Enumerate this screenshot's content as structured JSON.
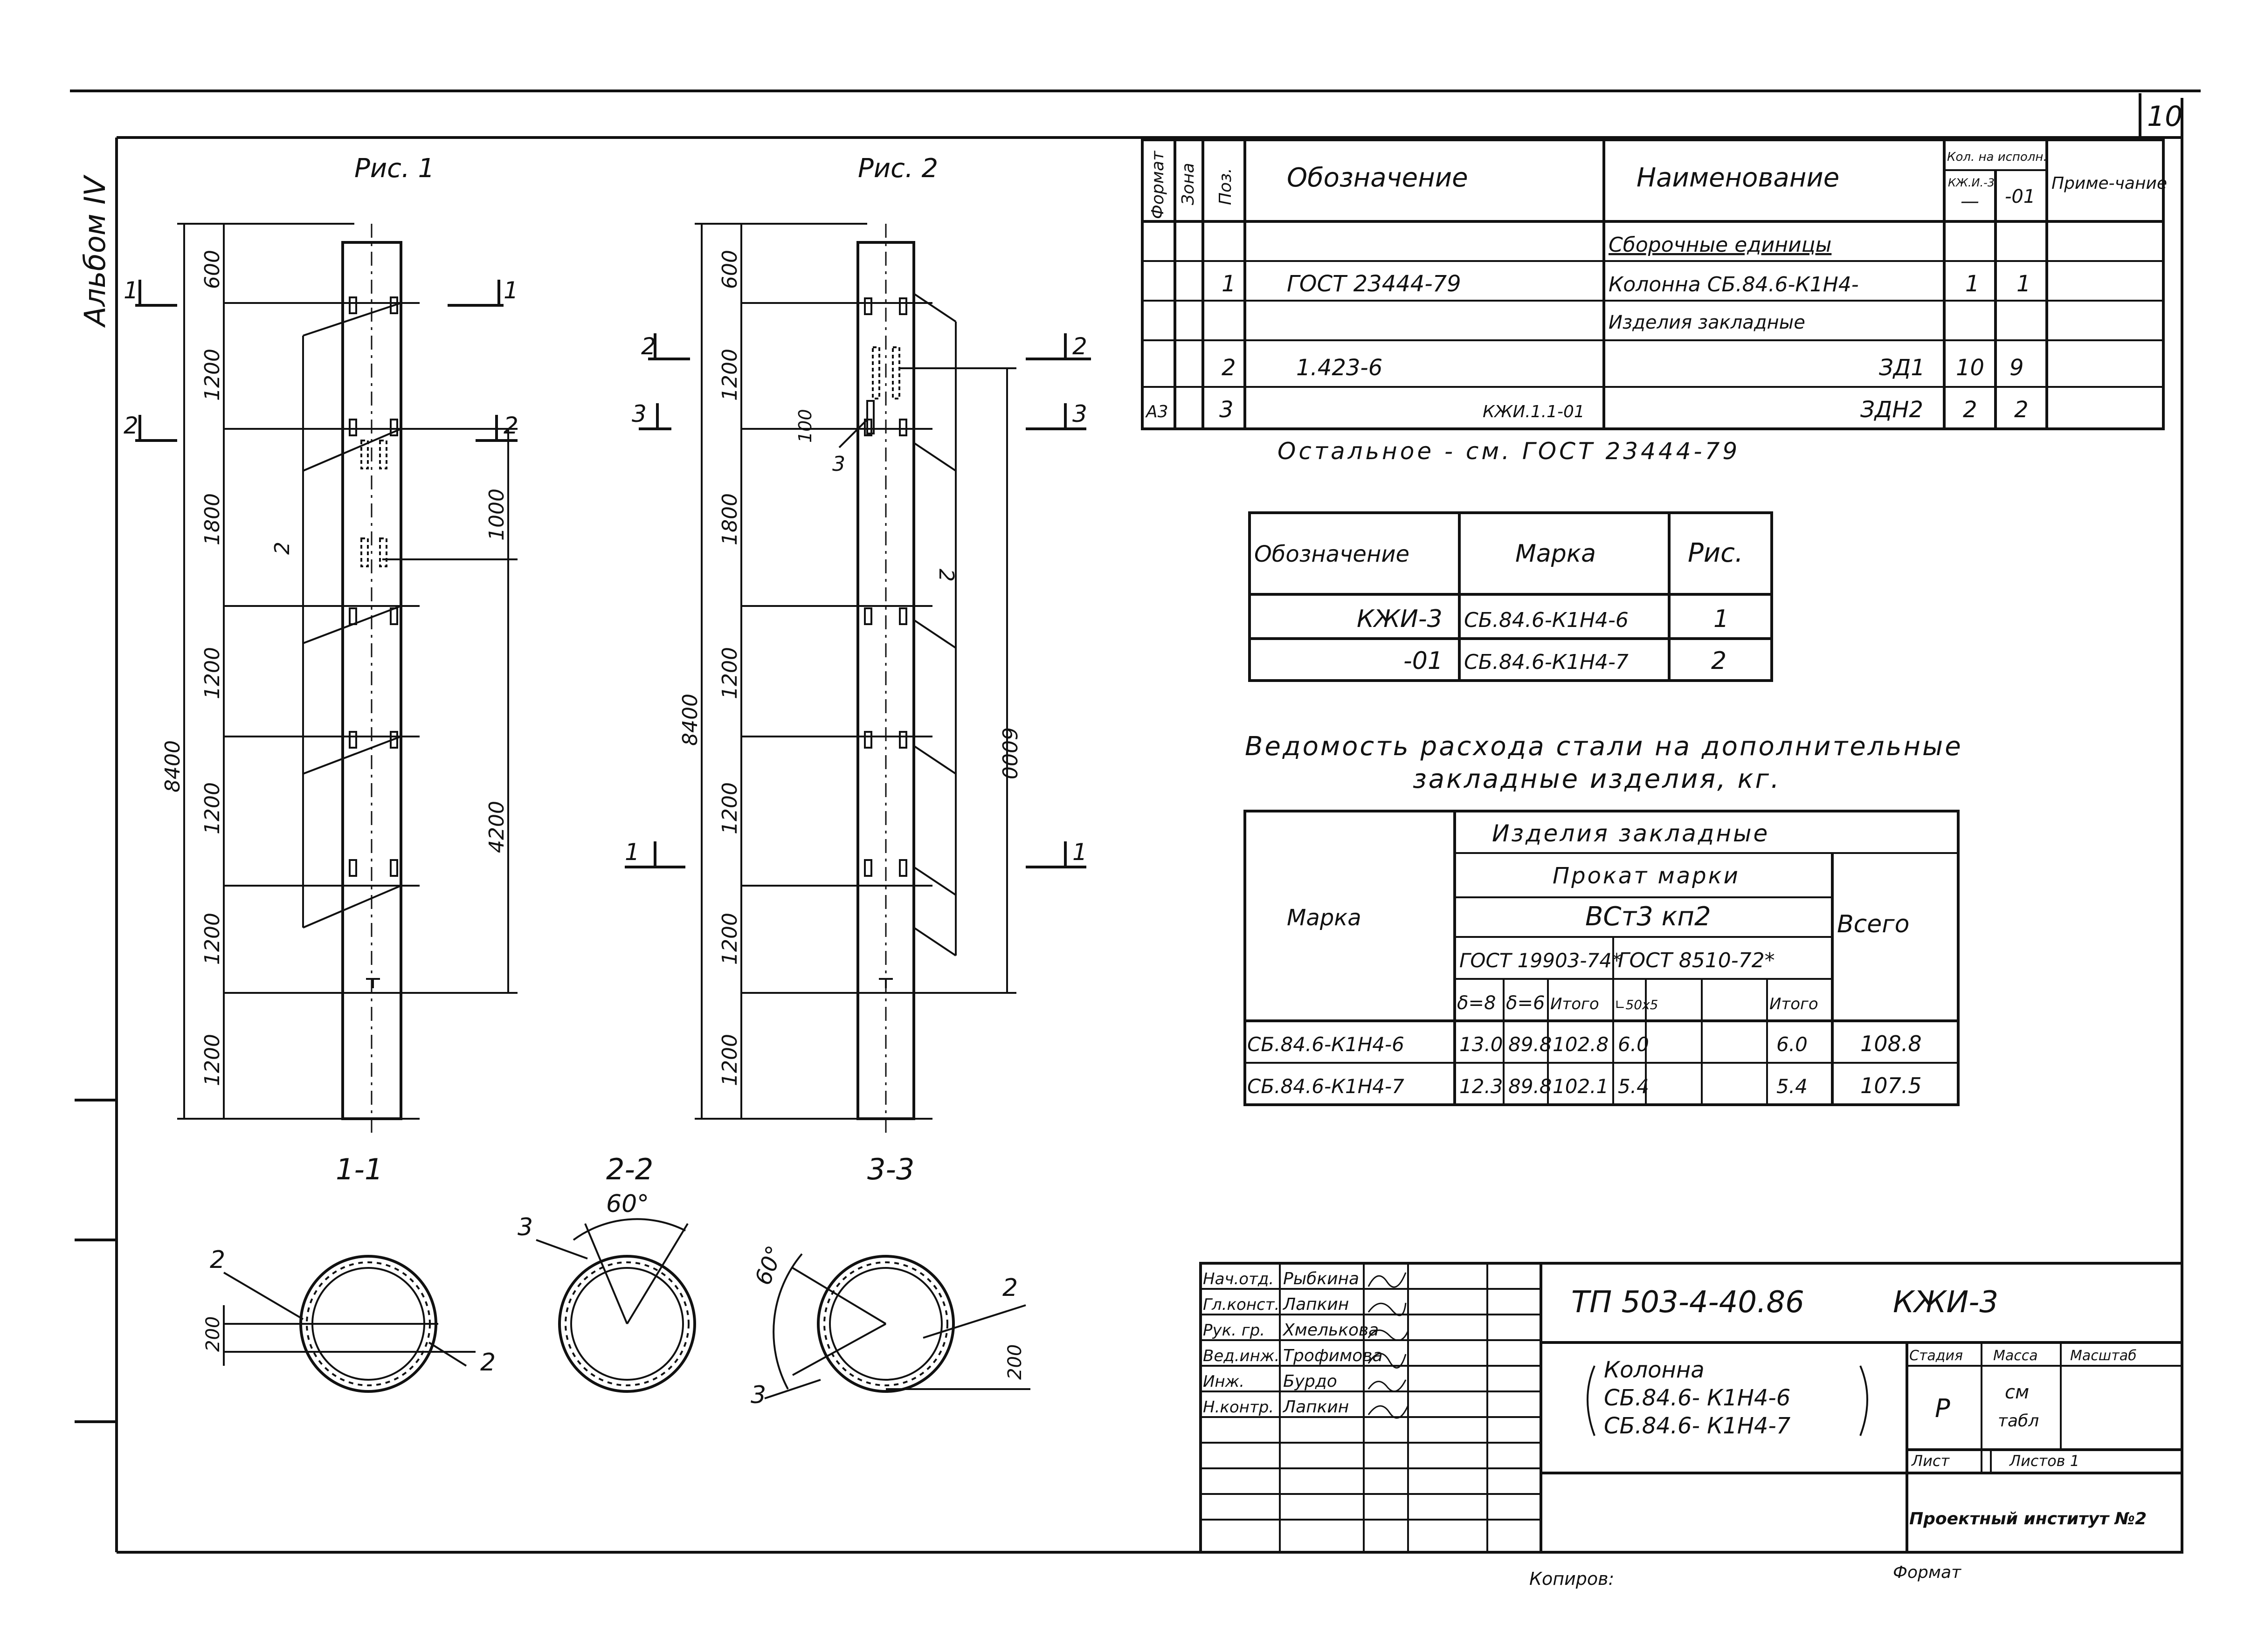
{
  "sheet_number": "10",
  "album_label": "Альбом IV",
  "fig1": {
    "title": "Рис. 1",
    "dims": [
      "600",
      "1200",
      "1800",
      "1200",
      "1200",
      "1200",
      "1200"
    ],
    "total": "8400",
    "right_dims": [
      "1000",
      "4200"
    ],
    "callout": "2",
    "sections": {
      "s1l": "1",
      "s1r": "1",
      "s2l": "2",
      "s2r": "2"
    }
  },
  "fig2": {
    "title": "Рис. 2",
    "dims": [
      "600",
      "1200",
      "1800",
      "1200",
      "1200",
      "1200",
      "1200"
    ],
    "total": "8400",
    "right_dim": "6000",
    "callout2": "2",
    "callout3": "3",
    "small_dim": "100",
    "sections": {
      "s2l": "2",
      "s2r": "2",
      "s3l": "3",
      "s3r": "3",
      "s1l": "1",
      "s1r": "1"
    }
  },
  "sections": {
    "s11": {
      "title": "1-1",
      "lbl_a": "2",
      "lbl_b": "2",
      "dim": "200"
    },
    "s22": {
      "title": "2-2",
      "angle": "60°",
      "lbl": "3"
    },
    "s33": {
      "title": "3-3",
      "angle": "60°",
      "lbl_a": "2",
      "lbl_b": "3",
      "dim": "200"
    }
  },
  "spec_table": {
    "headers": {
      "forma": "Формат",
      "zona": "Зона",
      "poz": "Поз.",
      "oboz": "Обозначение",
      "naim": "Наименование",
      "kol": "Кол. на исполн.",
      "kol_a": "КЖ.И.-3",
      "kol_a2": "—",
      "kol_b": "-01",
      "prim": "Приме-чание"
    },
    "rows": [
      {
        "forma": "",
        "zona": "",
        "poz": "",
        "oboz": "",
        "naim": "Сборочные единицы",
        "a": "",
        "b": ""
      },
      {
        "forma": "",
        "zona": "",
        "poz": "1",
        "oboz": "ГОСТ 23444-79",
        "naim": "Колонна СБ.84.6-К1Н4-",
        "a": "1",
        "b": "1"
      },
      {
        "forma": "",
        "zona": "",
        "poz": "",
        "oboz": "",
        "naim": "Изделия закладные",
        "a": "",
        "b": ""
      },
      {
        "forma": "",
        "zona": "",
        "poz": "2",
        "oboz": "1.423-6",
        "naim": "ЗД1",
        "a": "10",
        "b": "9"
      },
      {
        "forma": "А3",
        "zona": "",
        "poz": "3",
        "oboz": "КЖИ.1.1-01",
        "naim": "ЗДН2",
        "a": "2",
        "b": "2"
      }
    ],
    "note": "Остальное - см. ГОСТ 23444-79"
  },
  "mark_table": {
    "headers": [
      "Обозначение",
      "Марка",
      "Рис."
    ],
    "rows": [
      [
        "КЖИ-3",
        "СБ.84.6-К1Н4-6",
        "1"
      ],
      [
        "-01",
        "СБ.84.6-К1Н4-7",
        "2"
      ]
    ]
  },
  "steel_table": {
    "title_l1": "Ведомость расхода стали на дополнительные",
    "title_l2": "закладные изделия, кг.",
    "h_mark": "Марка",
    "h_izd": "Изделия закладные",
    "h_prokat": "Прокат марки",
    "h_vst": "ВСт3 кп2",
    "h_gost1": "ГОСТ 19903-74*",
    "h_gost2": "ГОСТ 8510-72*",
    "h_vsego": "Всего",
    "sub": [
      "δ=8",
      "δ=6",
      "Итого",
      "∟50х5",
      "",
      "Итого"
    ],
    "rows": [
      [
        "СБ.84.6-К1Н4-6",
        "13.0",
        "89.8",
        "102.8",
        "6.0",
        "",
        "6.0",
        "108.8"
      ],
      [
        "СБ.84.6-К1Н4-7",
        "12.3",
        "89.8",
        "102.1",
        "5.4",
        "",
        "5.4",
        "107.5"
      ]
    ]
  },
  "title_block": {
    "roles": [
      "Нач.отд.",
      "Гл.конст.",
      "Рук. гр.",
      "Вед.инж.",
      "Инж.",
      "Н.контр."
    ],
    "names": [
      "Рыбкина",
      "Лапкин",
      "Хмелькова",
      "Трофимова",
      "Бурдо",
      "Лапкин"
    ],
    "doc_code": "ТП 503-4-40.86",
    "doc_mark": "КЖИ-3",
    "name_l1": "Колонна",
    "name_l2": "СБ.84.6- К1Н4-6",
    "name_l3": "СБ.84.6- К1Н4-7",
    "h_stadia": "Стадия",
    "h_massa": "Масса",
    "h_masshtab": "Масштаб",
    "stadia": "Р",
    "massa_l1": "см",
    "massa_l2": "табл",
    "list": "Лист",
    "listov": "Листов 1",
    "org": "Проектный институт №2"
  },
  "footer": {
    "copy": "Копиров:",
    "format": "Формат"
  }
}
